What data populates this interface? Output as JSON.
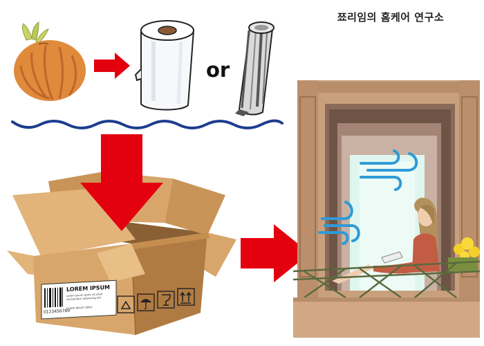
{
  "header": {
    "brand": "쬬리임의 홈케어 연구소"
  },
  "steps": {
    "or_label": "or"
  },
  "box_label": {
    "title": "LOREM IPSUM",
    "line1": "Lorem ipsum dolor sit amet",
    "line2": "consectetur adipiscing elit",
    "barcode_number": "0123456789",
    "field": "Lorem ipsum dolor"
  },
  "colors": {
    "arrow_red": "#e3000f",
    "cardboard": "#d8a66b",
    "wave_blue": "#1e3d8f",
    "wind_blue": "#2d9bd8",
    "onion": "#e08a3c"
  },
  "icons": [
    "onion-icon",
    "paper-towel-icon",
    "newspaper-roll-icon",
    "cardboard-box-icon",
    "balcony-scene-icon",
    "wind-icon",
    "recycle-icon",
    "umbrella-icon",
    "glass-icon",
    "this-side-up-icon"
  ]
}
